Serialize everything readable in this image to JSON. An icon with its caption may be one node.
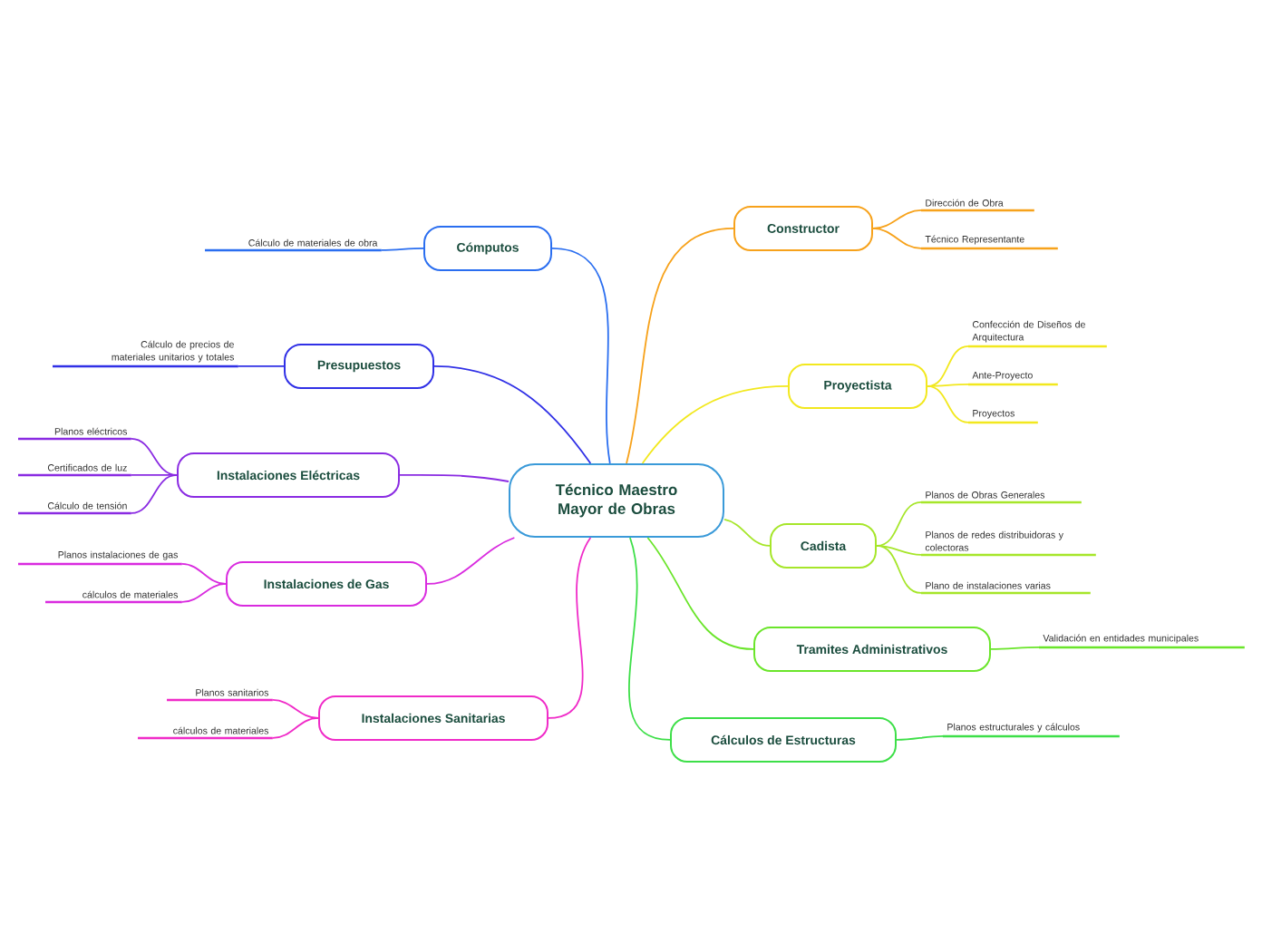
{
  "diagram": {
    "nodes": [
      {
        "text": [
          "Técnico Maestro Mayor de Obras"
        ]
      },
      {
        "text": [
          "Constructor"
        ]
      },
      {
        "text": [
          "Dirección de Obra"
        ]
      },
      {
        "text": [
          "Técnico Representante"
        ]
      },
      {
        "text": [
          "Proyectista"
        ]
      },
      {
        "text": [
          "Confección de Diseños de Arquitectura"
        ]
      },
      {
        "text": [
          "Ante-Proyecto"
        ]
      },
      {
        "text": [
          "Proyectos"
        ]
      },
      {
        "text": [
          "Cadista"
        ]
      },
      {
        "text": [
          "Planos de Obras Generales"
        ]
      },
      {
        "text": [
          "Planos de redes distribuidoras y colectoras"
        ]
      },
      {
        "text": [
          "Plano de instalaciones varias"
        ]
      },
      {
        "text": [
          "Tramites Administrativos"
        ]
      },
      {
        "text": [
          "Validación en entidades municipales"
        ]
      },
      {
        "text": [
          "Cálculos de Estructuras"
        ]
      },
      {
        "text": [
          "Planos estructurales y cálculos"
        ]
      },
      {
        "text": [
          "Cómputos"
        ]
      },
      {
        "text": [
          "Cálculo de materiales de obra"
        ]
      },
      {
        "text": [
          "Presupuestos"
        ]
      },
      {
        "text": [
          "Cálculo de precios de materiales unitarios y totales"
        ]
      },
      {
        "text": [
          "Instalaciones Eléctricas"
        ]
      },
      {
        "text": [
          "Planos eléctricos"
        ]
      },
      {
        "text": [
          "Certificados de luz"
        ]
      },
      {
        "text": [
          "Cálculo de tensión"
        ]
      },
      {
        "text": [
          "Instalaciones de Gas"
        ]
      },
      {
        "text": [
          "Planos instalaciones de gas"
        ]
      },
      {
        "text": [
          "cálculos de materiales"
        ]
      },
      {
        "text": [
          "Instalaciones Sanitarias"
        ]
      },
      {
        "text": [
          "Planos sanitarios"
        ]
      },
      {
        "text": [
          "cálculos de materiales"
        ]
      }
    ],
    "edges": [
      {
        "from": 0,
        "to": 1,
        "arrow": "none",
        "color": "#f7a21b"
      },
      {
        "from": 1,
        "to": 2,
        "arrow": "none",
        "color": "#f7a21b"
      },
      {
        "from": 1,
        "to": 3,
        "arrow": "none",
        "color": "#f7a21b"
      },
      {
        "from": 0,
        "to": 4,
        "arrow": "none",
        "color": "#f2e81e"
      },
      {
        "from": 4,
        "to": 5,
        "arrow": "none",
        "color": "#f2e81e"
      },
      {
        "from": 4,
        "to": 6,
        "arrow": "none",
        "color": "#f2e81e"
      },
      {
        "from": 4,
        "to": 7,
        "arrow": "none",
        "color": "#f2e81e"
      },
      {
        "from": 0,
        "to": 8,
        "arrow": "none",
        "color": "#a6e62a"
      },
      {
        "from": 8,
        "to": 9,
        "arrow": "none",
        "color": "#a6e62a"
      },
      {
        "from": 8,
        "to": 10,
        "arrow": "none",
        "color": "#a6e62a"
      },
      {
        "from": 8,
        "to": 11,
        "arrow": "none",
        "color": "#a6e62a"
      },
      {
        "from": 0,
        "to": 12,
        "arrow": "none",
        "color": "#6ae52a"
      },
      {
        "from": 12,
        "to": 13,
        "arrow": "none",
        "color": "#6ae52a"
      },
      {
        "from": 0,
        "to": 14,
        "arrow": "none",
        "color": "#3ddf48"
      },
      {
        "from": 14,
        "to": 15,
        "arrow": "none",
        "color": "#3ddf48"
      },
      {
        "from": 0,
        "to": 16,
        "arrow": "none",
        "color": "#2a6ef0"
      },
      {
        "from": 16,
        "to": 17,
        "arrow": "none",
        "color": "#2a6ef0"
      },
      {
        "from": 0,
        "to": 18,
        "arrow": "none",
        "color": "#3030e6"
      },
      {
        "from": 18,
        "to": 19,
        "arrow": "none",
        "color": "#3030e6"
      },
      {
        "from": 0,
        "to": 20,
        "arrow": "none",
        "color": "#8a2be2"
      },
      {
        "from": 20,
        "to": 21,
        "arrow": "none",
        "color": "#8a2be2"
      },
      {
        "from": 20,
        "to": 22,
        "arrow": "none",
        "color": "#8a2be2"
      },
      {
        "from": 20,
        "to": 23,
        "arrow": "none",
        "color": "#8a2be2"
      },
      {
        "from": 0,
        "to": 24,
        "arrow": "none",
        "color": "#d92bdf"
      },
      {
        "from": 24,
        "to": 25,
        "arrow": "none",
        "color": "#d92bdf"
      },
      {
        "from": 24,
        "to": 26,
        "arrow": "none",
        "color": "#d92bdf"
      },
      {
        "from": 0,
        "to": 27,
        "arrow": "none",
        "color": "#f02bc8"
      },
      {
        "from": 27,
        "to": 28,
        "arrow": "none",
        "color": "#f02bc8"
      },
      {
        "from": 27,
        "to": 29,
        "arrow": "none",
        "color": "#f02bc8"
      }
    ]
  }
}
